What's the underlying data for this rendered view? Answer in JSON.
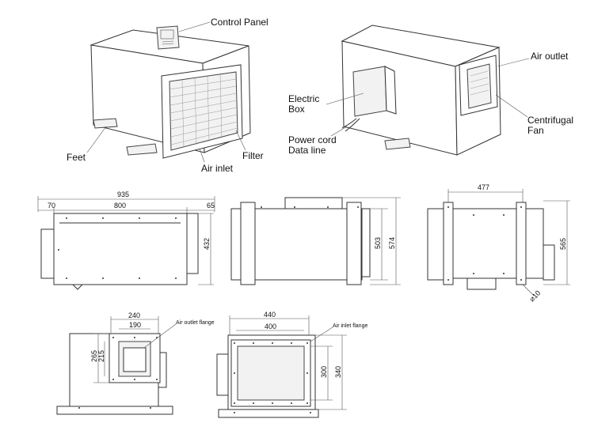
{
  "labels": {
    "control_panel": "Control Panel",
    "feet": "Feet",
    "air_inlet": "Air inlet",
    "filter": "Filter",
    "air_outlet": "Air outlet",
    "electric_box_1": "Electric",
    "electric_box_2": "Box",
    "power_cord": "Power cord",
    "data_line": "Data line",
    "centrifugal_1": "Centrifugal",
    "centrifugal_2": "Fan"
  },
  "front_view": {
    "overall_width": "935",
    "left_offset": "70",
    "inner_width": "800",
    "right_offset": "65",
    "height": "432"
  },
  "side_view": {
    "inner_height": "503",
    "overall_height": "574"
  },
  "rear_view": {
    "width": "477",
    "height": "565",
    "hole": "⌀10"
  },
  "outlet_view": {
    "outer_width": "240",
    "inner_width": "190",
    "outer_height": "265",
    "inner_height": "215",
    "flange_label": "Air outlet flange"
  },
  "inlet_view": {
    "outer_width": "440",
    "inner_width": "400",
    "inner_height": "300",
    "outer_height": "340",
    "flange_label": "Air inlet flange"
  }
}
